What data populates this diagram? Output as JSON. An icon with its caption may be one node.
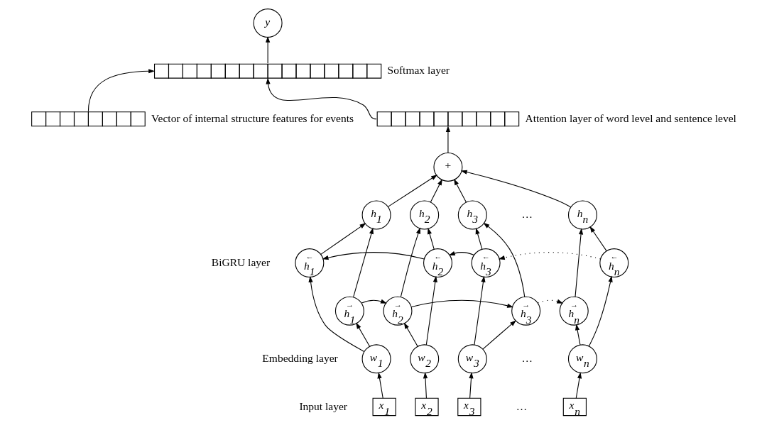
{
  "diagram": {
    "nodes": [
      {
        "text": [
          "y"
        ]
      },
      {
        "text": [],
        "shape": "bar",
        "beside": [
          "Softmax layer"
        ]
      },
      {
        "text": [],
        "shape": "bar",
        "beside": [
          "Vector of internal structure features for events"
        ]
      },
      {
        "text": [],
        "shape": "bar",
        "beside": [
          "Attention layer of word level and sentence level"
        ]
      },
      {
        "text": [
          "+"
        ]
      },
      {
        "text": [
          "h$_{1}$"
        ]
      },
      {
        "text": [
          "h$_{2}$"
        ]
      },
      {
        "text": [
          "h$_{3}$"
        ]
      },
      {
        "text": [
          "h$_{n}$"
        ]
      },
      {
        "text": [
          "←",
          "h$_{1}$"
        ]
      },
      {
        "text": [
          "←",
          "h$_{2}$"
        ]
      },
      {
        "text": [
          "←",
          "h$_{3}$"
        ]
      },
      {
        "text": [
          "←",
          "h$_{n}$"
        ]
      },
      {
        "text": [
          "→",
          "h$_{1}$"
        ]
      },
      {
        "text": [
          "→",
          "h$_{2}$"
        ]
      },
      {
        "text": [
          "→",
          "h$_{3}$"
        ]
      },
      {
        "text": [
          "→",
          "h$_{n}$"
        ]
      },
      {
        "text": [
          "w$_{1}$"
        ]
      },
      {
        "text": [
          "w$_{2}$"
        ]
      },
      {
        "text": [
          "w$_{3}$"
        ]
      },
      {
        "text": [
          "w$_{n}$"
        ]
      },
      {
        "text": [
          "x$_{1}$"
        ]
      },
      {
        "text": [
          "x$_{2}$"
        ]
      },
      {
        "text": [
          "x$_{3}$"
        ]
      },
      {
        "text": [
          "x$_{n}$"
        ]
      }
    ],
    "edges": [
      {
        "from": 1,
        "to": 0,
        "arrow": "to"
      },
      {
        "from": 2,
        "to": 1,
        "arrow": "to"
      },
      {
        "from": 3,
        "to": 1,
        "arrow": "to"
      },
      {
        "from": 4,
        "to": 3,
        "arrow": "to"
      },
      {
        "from": 5,
        "to": 4,
        "arrow": "to"
      },
      {
        "from": 6,
        "to": 4,
        "arrow": "to"
      },
      {
        "from": 7,
        "to": 4,
        "arrow": "to"
      },
      {
        "from": 8,
        "to": 4,
        "arrow": "to"
      },
      {
        "from": 9,
        "to": 5,
        "arrow": "to"
      },
      {
        "from": 13,
        "to": 5,
        "arrow": "to"
      },
      {
        "from": 10,
        "to": 6,
        "arrow": "to"
      },
      {
        "from": 14,
        "to": 6,
        "arrow": "to"
      },
      {
        "from": 11,
        "to": 7,
        "arrow": "to"
      },
      {
        "from": 15,
        "to": 7,
        "arrow": "to"
      },
      {
        "from": 12,
        "to": 8,
        "arrow": "to"
      },
      {
        "from": 16,
        "to": 8,
        "arrow": "to"
      },
      {
        "from": 10,
        "to": 9,
        "arrow": "to"
      },
      {
        "from": 11,
        "to": 10,
        "arrow": "to"
      },
      {
        "from": 12,
        "to": 11,
        "arrow": "to",
        "style": "dashed"
      },
      {
        "from": 13,
        "to": 14,
        "arrow": "to"
      },
      {
        "from": 14,
        "to": 15,
        "arrow": "to"
      },
      {
        "from": 15,
        "to": 16,
        "arrow": "to",
        "style": "dashed"
      },
      {
        "from": 17,
        "to": 9,
        "arrow": "to"
      },
      {
        "from": 17,
        "to": 13,
        "arrow": "to"
      },
      {
        "from": 18,
        "to": 10,
        "arrow": "to"
      },
      {
        "from": 18,
        "to": 14,
        "arrow": "to"
      },
      {
        "from": 19,
        "to": 11,
        "arrow": "to"
      },
      {
        "from": 19,
        "to": 15,
        "arrow": "to"
      },
      {
        "from": 20,
        "to": 12,
        "arrow": "to"
      },
      {
        "from": 20,
        "to": 16,
        "arrow": "to"
      },
      {
        "from": 21,
        "to": 17,
        "arrow": "to"
      },
      {
        "from": 22,
        "to": 18,
        "arrow": "to"
      },
      {
        "from": 23,
        "to": 19,
        "arrow": "to"
      },
      {
        "from": 24,
        "to": 20,
        "arrow": "to"
      }
    ],
    "labels": [
      "BiGRU layer",
      "…",
      "Embedding layer",
      "…",
      "Input layer",
      "…"
    ]
  }
}
